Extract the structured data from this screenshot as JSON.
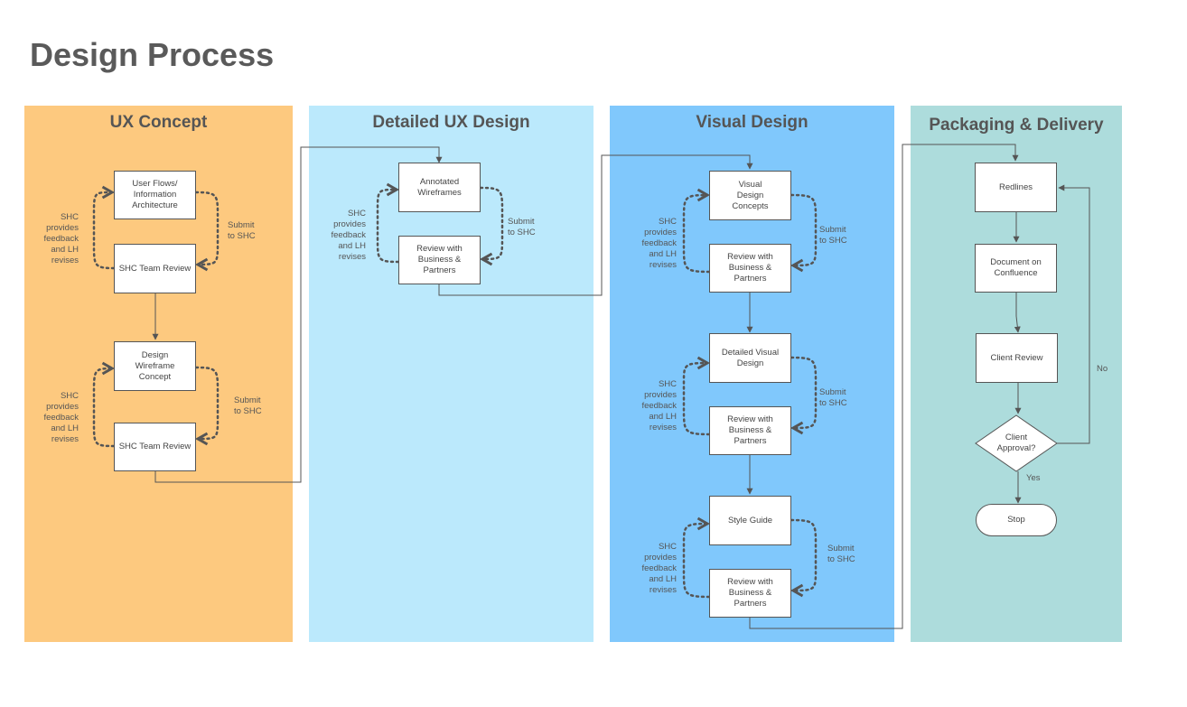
{
  "title": "Design Process",
  "colors": {
    "ux_concept": "#fdc97f",
    "detailed_ux": "#bbe9fc",
    "visual_design": "#80c8fc",
    "packaging": "#addcdc",
    "line": "#555555"
  },
  "lanes": [
    {
      "title": "UX Concept",
      "boxes": [
        "User Flows/\nInformation\nArchitecture",
        "SHC Team Review",
        "Design\nWireframe\nConcept",
        "SHC Team Review"
      ],
      "feedback_notes": [
        "SHC\nprovides\nfeedback\nand LH\nrevises",
        "SHC\nprovides\nfeedback\nand LH\nrevises"
      ],
      "submit_notes": [
        "Submit\nto SHC",
        "Submit\nto SHC"
      ]
    },
    {
      "title": "Detailed UX Design",
      "boxes": [
        "Annotated\nWireframes",
        "Review with\nBusiness &\nPartners"
      ],
      "feedback_notes": [
        "SHC\nprovides\nfeedback\nand LH\nrevises"
      ],
      "submit_notes": [
        "Submit\nto SHC"
      ]
    },
    {
      "title": "Visual Design",
      "boxes": [
        "Visual\nDesign\nConcepts",
        "Review with\nBusiness &\nPartners",
        "Detailed Visual\nDesign",
        "Review with\nBusiness &\nPartners",
        "Style Guide",
        "Review with\nBusiness &\nPartners"
      ],
      "feedback_notes": [
        "SHC\nprovides\nfeedback\nand LH\nrevises",
        "SHC\nprovides\nfeedback\nand LH\nrevises",
        "SHC\nprovides\nfeedback\nand LH\nrevises"
      ],
      "submit_notes": [
        "Submit\nto SHC",
        "Submit\nto SHC",
        "Submit\nto SHC"
      ]
    },
    {
      "title": "Packaging & Delivery",
      "boxes": [
        "Redlines",
        "Document on\nConfluence",
        "Client Review"
      ],
      "decision": "Client\nApproval?",
      "terminal": "Stop",
      "yes_label": "Yes",
      "no_label": "No"
    }
  ]
}
